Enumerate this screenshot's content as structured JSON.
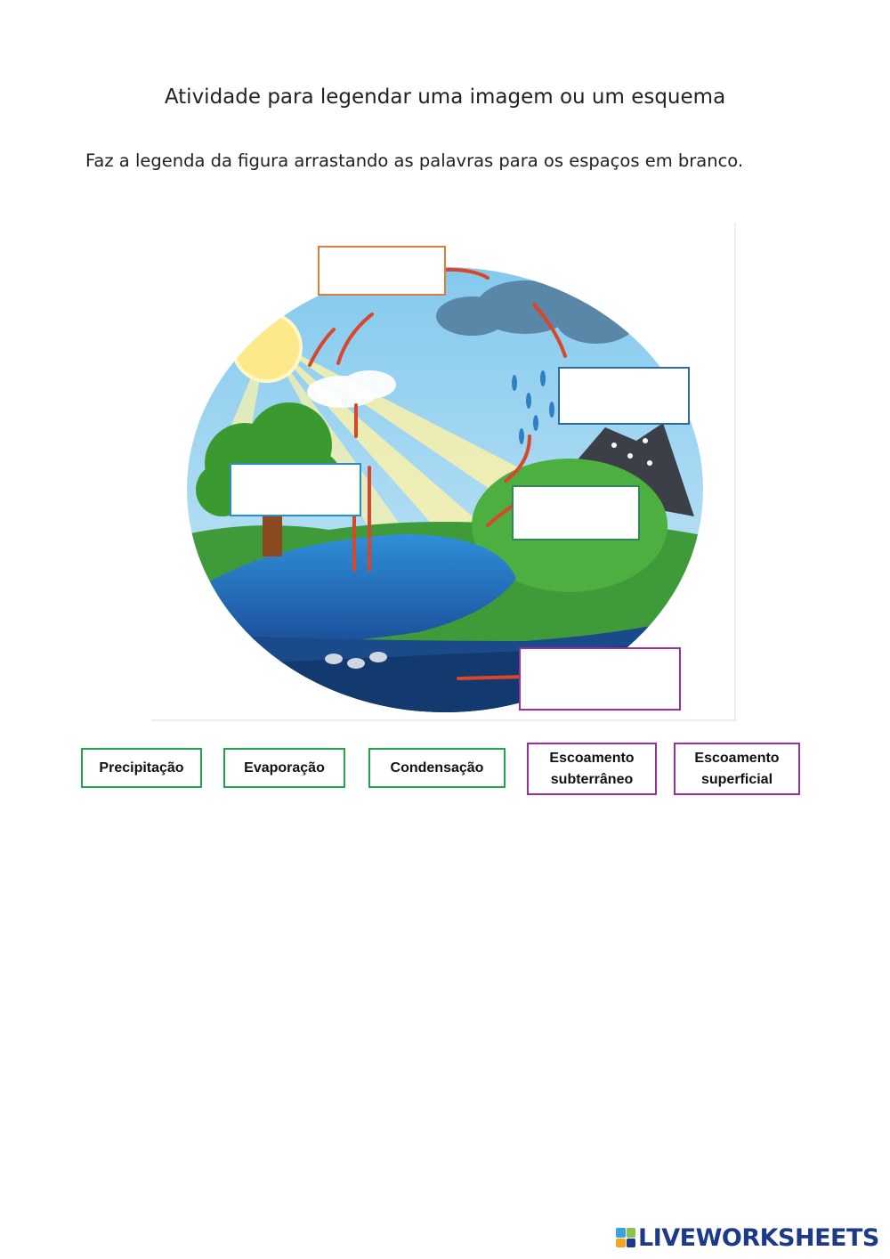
{
  "worksheet": {
    "title": "Atividade para legendar uma imagem ou um esquema",
    "instruction": "Faz a legenda da figura arrastando as palavras para os espaços em branco."
  },
  "word_bank": [
    {
      "label": "Precipitação",
      "border_color": "#1fa64a"
    },
    {
      "label": "Evaporação",
      "border_color": "#1fa64a"
    },
    {
      "label": "Condensação",
      "border_color": "#1fa64a"
    },
    {
      "label": "Escoamento subterrâneo",
      "border_color": "#9b2f9f"
    },
    {
      "label": "Escoamento superficial",
      "border_color": "#9b2f9f"
    }
  ],
  "drop_zones": [
    {
      "border_color": "#e07b39"
    },
    {
      "border_color": "#2e6a9a"
    },
    {
      "border_color": "#2b8fc7"
    },
    {
      "border_color": "#2e8a5a"
    },
    {
      "border_color": "#9b2f9f"
    }
  ],
  "branding": {
    "logo_text": "LIVEWORKSHEETS",
    "logo_color": "#1d3a8a"
  }
}
